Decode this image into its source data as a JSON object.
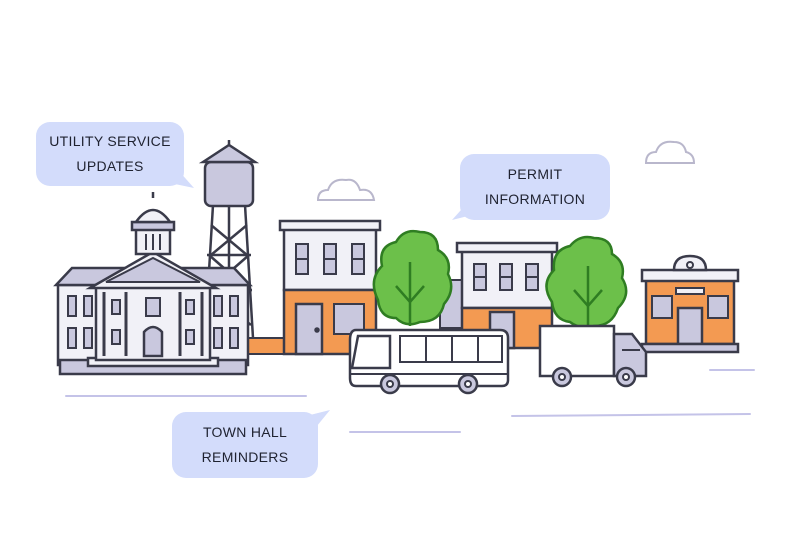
{
  "bubbles": {
    "utility": {
      "line1": "UTILITY SERVICE",
      "line2": "UPDATES"
    },
    "permit": {
      "line1": "PERMIT",
      "line2": "INFORMATION"
    },
    "townhall": {
      "line1": "TOWN HALL",
      "line2": "REMINDERS"
    }
  },
  "colors": {
    "bubble": "#d3dcfb",
    "outline": "#3a3b4a",
    "building_light": "#f1f1f7",
    "building_lavender": "#c9c8de",
    "orange": "#f39a52",
    "tree": "#6cc04a",
    "tree_dark": "#2f7d22",
    "road_line": "#c4c3e8"
  }
}
